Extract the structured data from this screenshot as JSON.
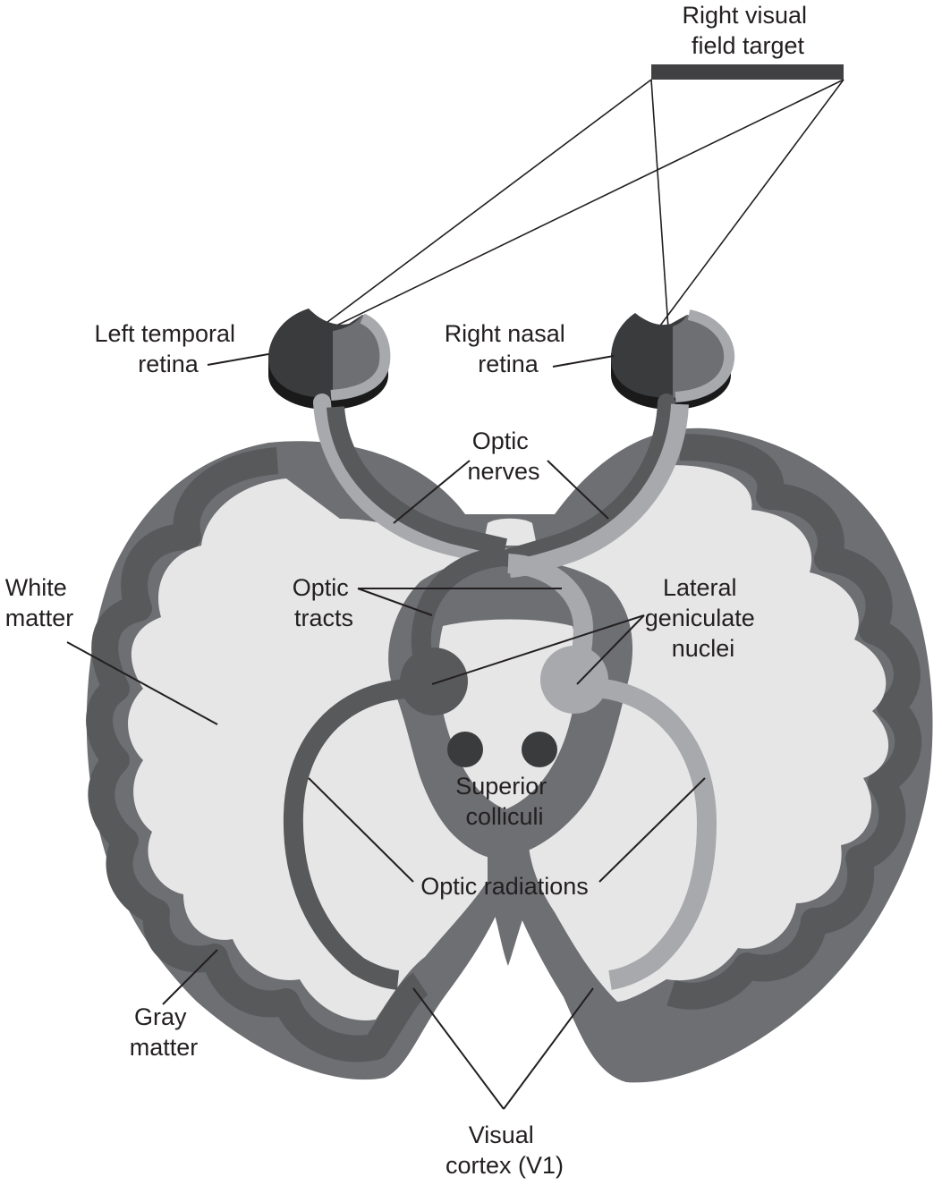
{
  "labels": {
    "target": [
      "Right visual",
      "field target"
    ],
    "left_temporal_retina": [
      "Left temporal",
      "retina"
    ],
    "right_nasal_retina": [
      "Right nasal",
      "retina"
    ],
    "optic_nerves": [
      "Optic",
      "nerves"
    ],
    "white_matter": [
      "White",
      "matter"
    ],
    "optic_tracts": [
      "Optic",
      "tracts"
    ],
    "lateral_geniculate_nuclei": [
      "Lateral",
      "geniculate",
      "nuclei"
    ],
    "superior_colliculi": [
      "Superior",
      "colliculi"
    ],
    "optic_radiations": [
      "Optic radiations"
    ],
    "gray_matter": [
      "Gray",
      "matter"
    ],
    "visual_cortex": [
      "Visual",
      "cortex (V1)"
    ]
  },
  "colors": {
    "outer_cortex": "#6e6f72",
    "gray_matter": "#58595b",
    "white_matter": "#e6e6e7",
    "left_pathway": "#58595b",
    "right_pathway": "#a7a9ac",
    "target_bar": "#414042",
    "retina_dark": "#2b2c2d"
  }
}
